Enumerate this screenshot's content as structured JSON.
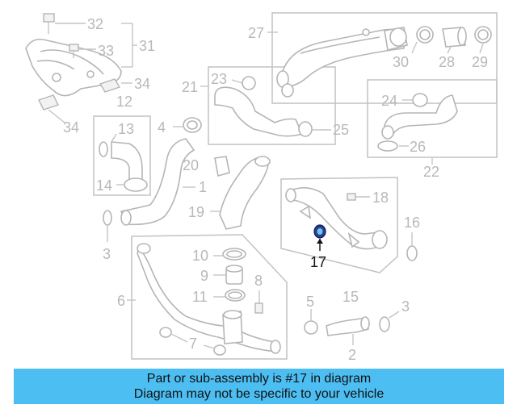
{
  "diagram": {
    "labels": {
      "p1": "1",
      "p2": "2",
      "p3a": "3",
      "p3b": "3",
      "p4": "4",
      "p5": "5",
      "p6": "6",
      "p7": "7",
      "p8": "8",
      "p9": "9",
      "p10": "10",
      "p11": "11",
      "p12": "12",
      "p13": "13",
      "p14": "14",
      "p15": "15",
      "p16": "16",
      "p17": "17",
      "p18": "18",
      "p19": "19",
      "p20": "20",
      "p21": "21",
      "p22": "22",
      "p23": "23",
      "p24": "24",
      "p25": "25",
      "p26": "26",
      "p27": "27",
      "p28": "28",
      "p29": "29",
      "p30": "30",
      "p31": "31",
      "p32": "32",
      "p33": "33",
      "p34a": "34",
      "p34b": "34"
    },
    "highlight_part": "17"
  },
  "banner": {
    "line1": "Part or sub-assembly is #17 in diagram",
    "line2": "Diagram may not be specific to your vehicle",
    "color": "#4dbef2"
  }
}
